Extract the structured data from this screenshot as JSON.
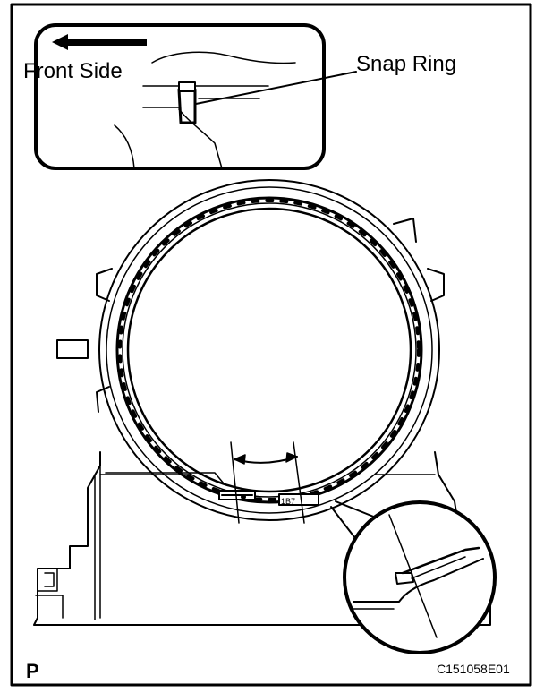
{
  "labels": {
    "front_side": "Front Side",
    "snap_ring": "Snap Ring",
    "view_letter": "P",
    "figure_code": "C151058E01"
  },
  "colors": {
    "line": "#000000",
    "background": "#ffffff"
  }
}
